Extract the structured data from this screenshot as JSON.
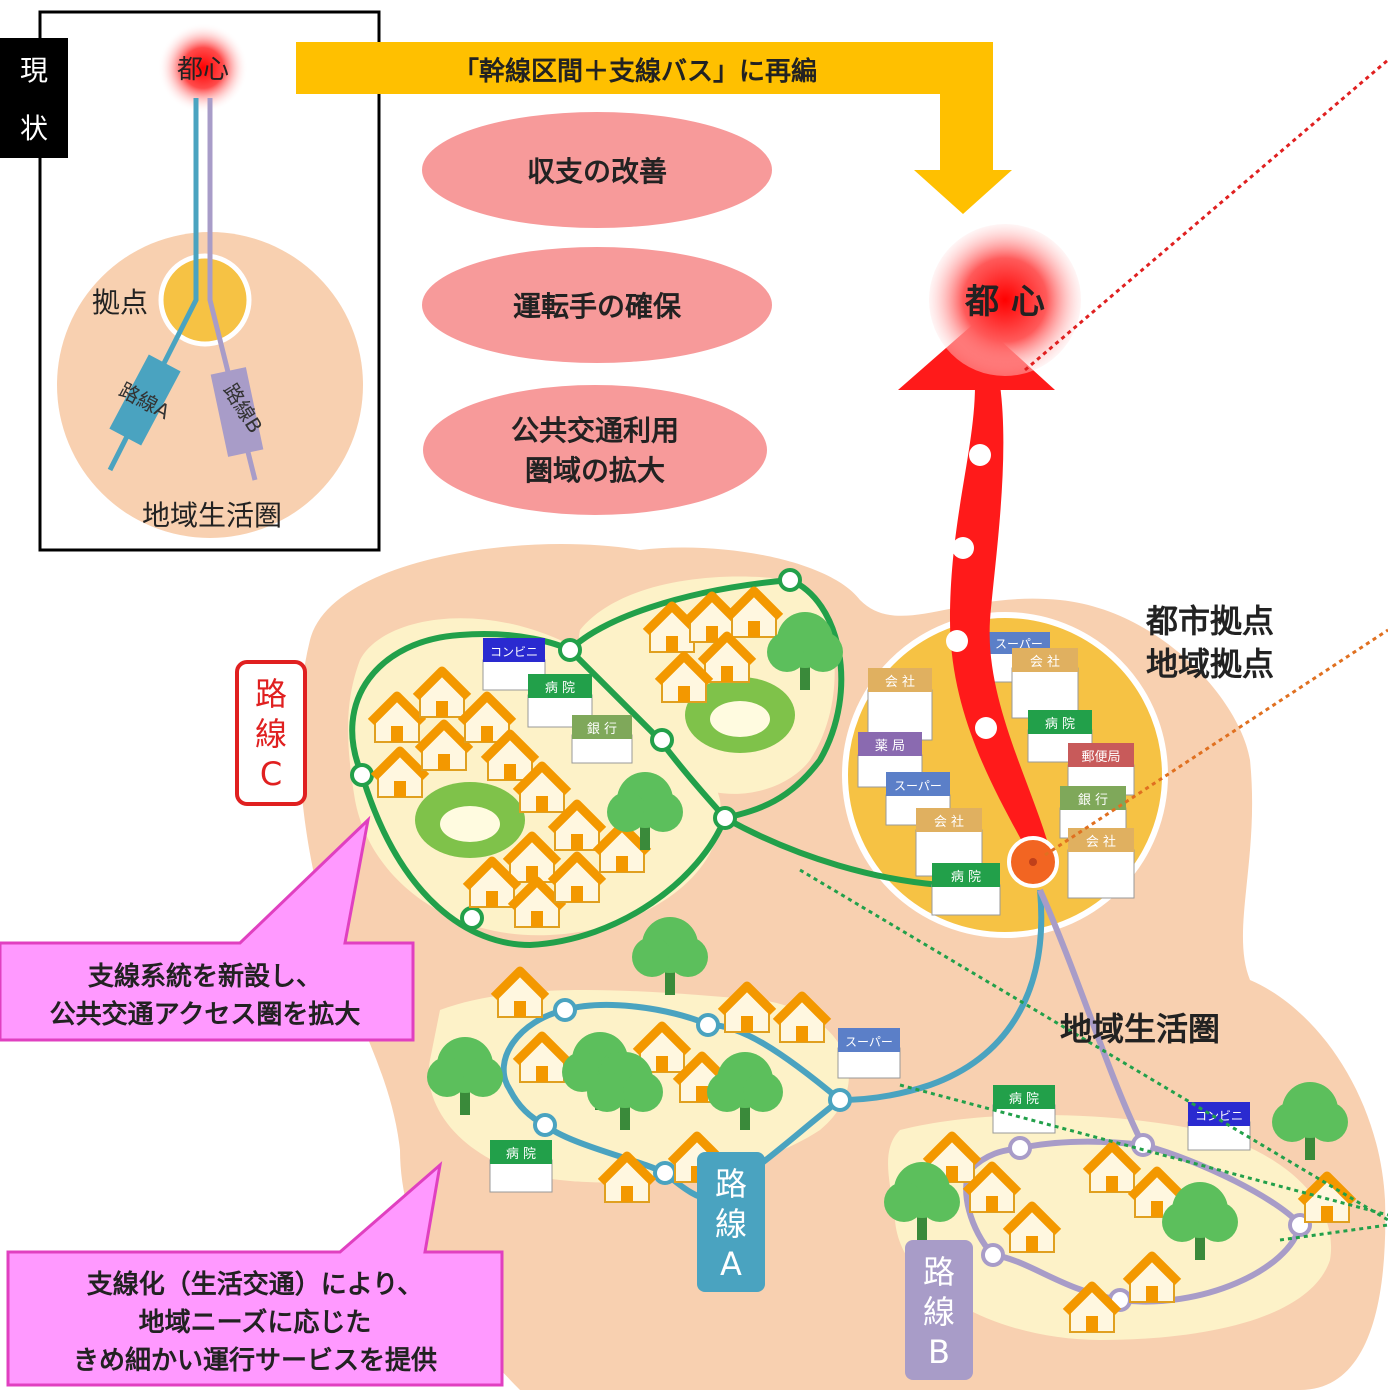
{
  "current_panel": {
    "side_label": [
      "現",
      "状"
    ],
    "center": "都心",
    "hub": "拠点",
    "route_a": "路線A",
    "route_b": "路線B",
    "area": "地域生活圏"
  },
  "reorg_arrow": "「幹線区間＋支線バス」に再編",
  "benefits": [
    "収支の改善",
    "運転手の確保",
    "公共交通利用",
    "圏域の拡大"
  ],
  "city_center": "都 心",
  "hub_label": [
    "都市拠点",
    "地域拠点"
  ],
  "area_label": "地域生活圏",
  "route_c": [
    "路",
    "線",
    "C"
  ],
  "route_a": [
    "路",
    "線",
    "A"
  ],
  "route_b": [
    "路",
    "線",
    "B"
  ],
  "callout_new_route": [
    "支線系統を新設し、",
    "公共交通アクセス圏を拡大"
  ],
  "callout_feeder": [
    "支線化（生活交通）により、",
    "地域ニーズに応じた",
    "きめ細かい運行サービスを提供"
  ],
  "building_signs": {
    "convenience": "コンビニ",
    "hospital": "病 院",
    "bank": "銀 行",
    "super": "スーパー",
    "company": "会 社",
    "pharmacy": "薬 局",
    "post": "郵便局"
  },
  "colors": {
    "trunk": "#ff1a1a",
    "arrow_yellow": "#ffc000",
    "route_a": "#4aa3c0",
    "route_b": "#a89cc8",
    "route_c": "#22a04a",
    "area_fill": "#f8d0b0",
    "hub_fill": "#f6c244",
    "callout_pink": "#ff99ff",
    "benefit_pink": "#f79a9a"
  }
}
